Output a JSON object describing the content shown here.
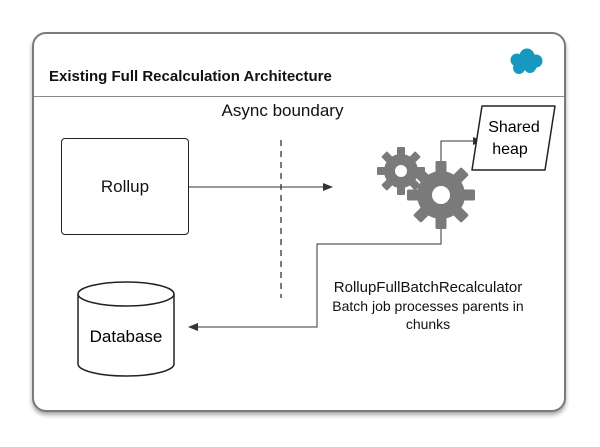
{
  "title": "Existing Full Recalculation Architecture",
  "async_boundary": "Async boundary",
  "rollup": "Rollup",
  "shared_heap": [
    "Shared",
    "heap"
  ],
  "database": "Database",
  "batch": {
    "name": "RollupFullBatchRecalculator",
    "description": "Batch job processes parents in chunks"
  },
  "colors": {
    "cloud": "#1798c1",
    "gear": "#7a7a7a",
    "frame": "#7a7a7a"
  },
  "icons": [
    "salesforce-cloud-icon",
    "small-gear-icon",
    "large-gear-icon"
  ]
}
